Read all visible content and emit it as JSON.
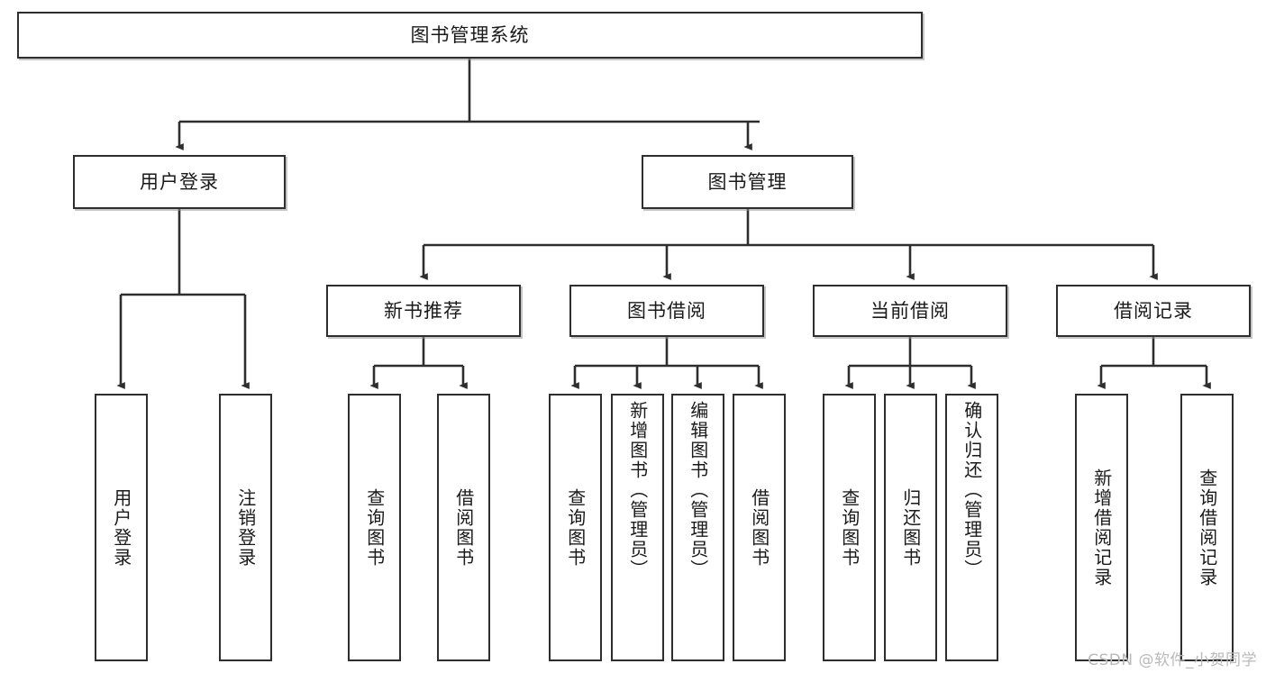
{
  "diagram": {
    "type": "tree-hierarchy-chart",
    "title": "图书管理系统",
    "orientation": "top-down",
    "colors": {
      "stroke": "#2e2e2e",
      "fill": "#ffffff",
      "text": "#1a1a1a",
      "watermark": "#b9b9b9"
    },
    "root": {
      "label": "图书管理系统"
    },
    "level2": [
      {
        "id": "user-login",
        "label": "用户登录"
      },
      {
        "id": "book-management",
        "label": "图书管理"
      }
    ],
    "level3": [
      {
        "id": "new-book-recommend",
        "label": "新书推荐"
      },
      {
        "id": "book-borrow",
        "label": "图书借阅"
      },
      {
        "id": "current-borrow",
        "label": "当前借阅"
      },
      {
        "id": "borrow-record",
        "label": "借阅记录"
      }
    ],
    "leaves": [
      {
        "id": "leaf-user-login",
        "parent": "user-login",
        "label": "用户登录"
      },
      {
        "id": "leaf-user-logout",
        "parent": "user-login",
        "label": "注销登录"
      },
      {
        "id": "leaf-query-book-1",
        "parent": "new-book-recommend",
        "label": "查询图书"
      },
      {
        "id": "leaf-borrow-book-1",
        "parent": "new-book-recommend",
        "label": "借阅图书"
      },
      {
        "id": "leaf-query-book-2",
        "parent": "book-borrow",
        "label": "查询图书"
      },
      {
        "id": "leaf-add-book",
        "parent": "book-borrow",
        "label": "新增图书（管理员）"
      },
      {
        "id": "leaf-edit-book",
        "parent": "book-borrow",
        "label": "编辑图书（管理员）"
      },
      {
        "id": "leaf-borrow-book-2",
        "parent": "book-borrow",
        "label": "借阅图书"
      },
      {
        "id": "leaf-query-book-3",
        "parent": "current-borrow",
        "label": "查询图书"
      },
      {
        "id": "leaf-return-book",
        "parent": "current-borrow",
        "label": "归还图书"
      },
      {
        "id": "leaf-confirm-return",
        "parent": "current-borrow",
        "label": "确认归还（管理员）"
      },
      {
        "id": "leaf-add-record",
        "parent": "borrow-record",
        "label": "新增借阅记录"
      },
      {
        "id": "leaf-query-record",
        "parent": "borrow-record",
        "label": "查询借阅记录"
      }
    ]
  },
  "watermark": {
    "text": "CSDN @软件_小贺同学"
  }
}
